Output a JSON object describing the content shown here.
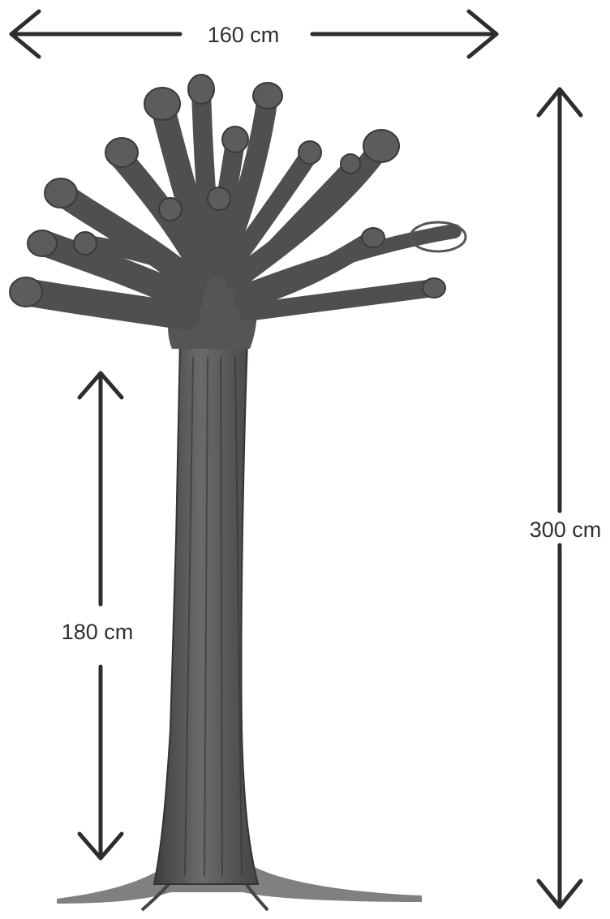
{
  "dimensions": {
    "width_label": "160 cm",
    "height_total_label": "300 cm",
    "trunk_height_label": "180 cm"
  },
  "colors": {
    "ink": "#2d2d2d",
    "tree": "#555555",
    "background": "#ffffff"
  }
}
